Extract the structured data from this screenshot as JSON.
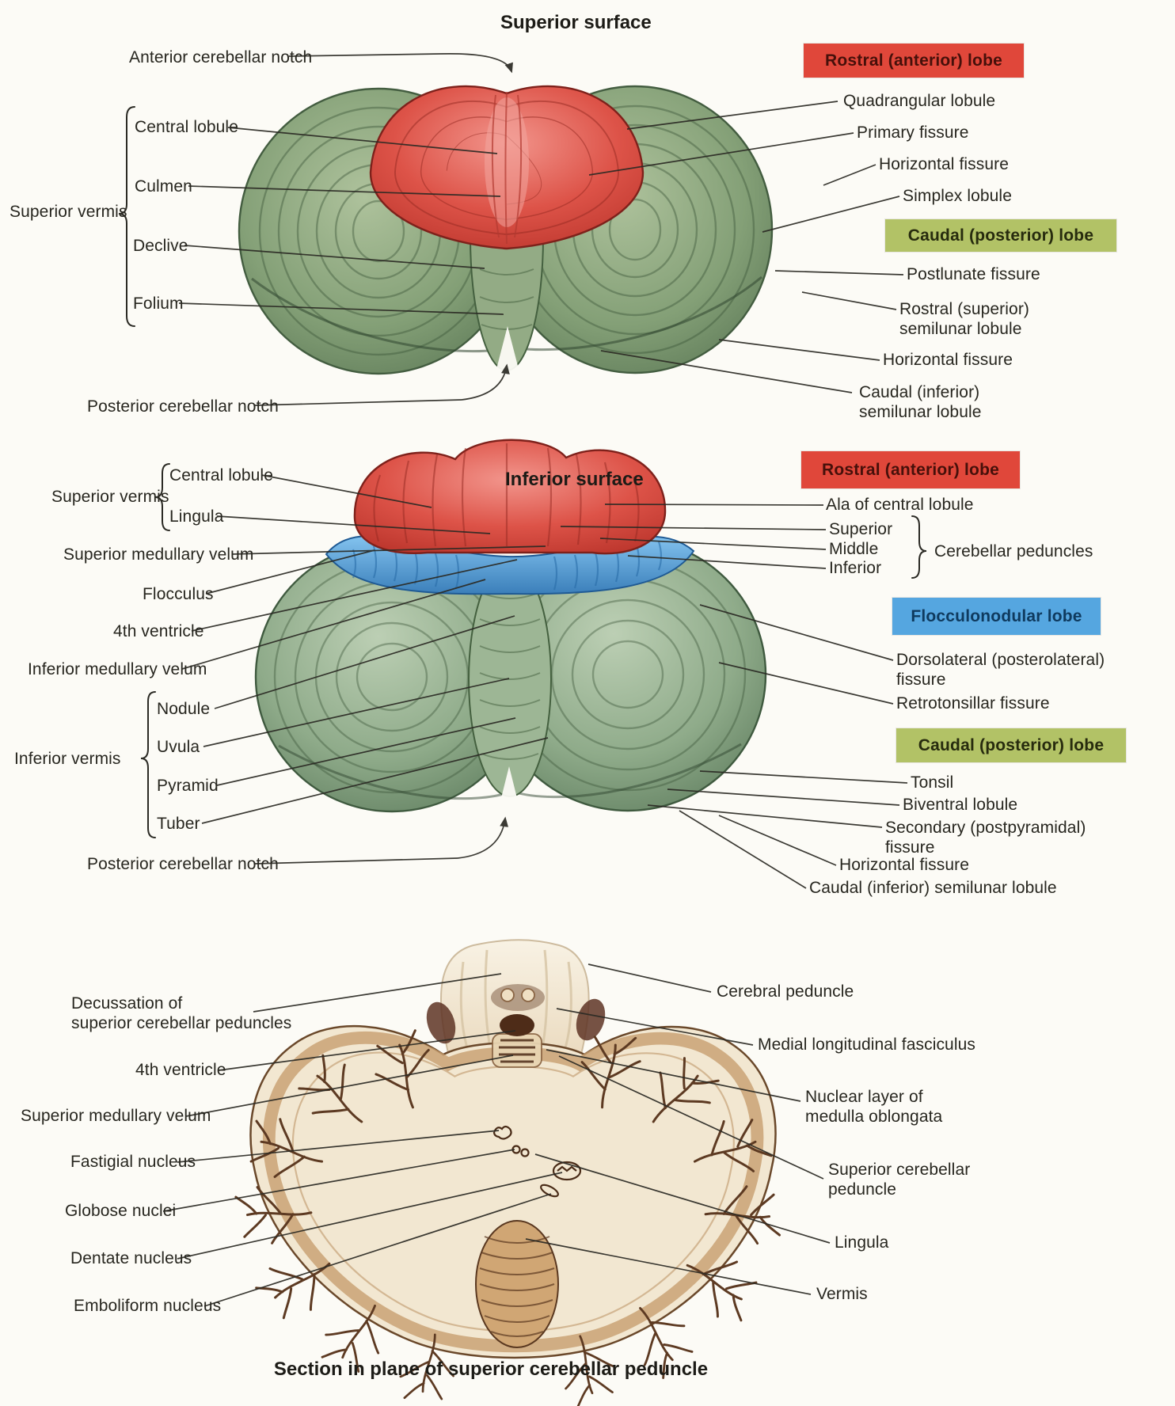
{
  "figure": {
    "background": "#fcfbf6",
    "caption": "Section in plane of superior cerebellar peduncle"
  },
  "colors": {
    "rostral_lobe_red": "#e0473a",
    "caudal_lobe_olive": "#b2c266",
    "flocculonodular_blue": "#55a6e0",
    "cerebellum_green": "#7f9a74",
    "section_tan": "#c9a87e",
    "leader_line": "#2b2a24"
  },
  "superior": {
    "title": "Superior surface",
    "anterior_notch": "Anterior cerebellar notch",
    "vermis_group_label": "Superior vermis",
    "vermis_items": [
      "Central lobule",
      "Culmen",
      "Declive",
      "Folium"
    ],
    "posterior_notch": "Posterior cerebellar notch",
    "rostral_banner": "Rostral (anterior) lobe",
    "upper_labels": [
      "Quadrangular lobule",
      "Primary fissure",
      "Horizontal fissure",
      "Simplex lobule"
    ],
    "caudal_banner": "Caudal (posterior) lobe",
    "lower_labels": [
      "Postlunate fissure",
      "Rostral (superior)\nsemilunar lobule",
      "Horizontal fissure",
      "Caudal (inferior)\nsemilunar lobule"
    ]
  },
  "inferior": {
    "title": "Inferior surface",
    "superior_vermis_label": "Superior vermis",
    "superior_vermis_items": [
      "Central lobule",
      "Lingula"
    ],
    "left_labels": [
      "Superior medullary velum",
      "Flocculus",
      "4th ventricle",
      "Inferior medullary velum"
    ],
    "inferior_vermis_label": "Inferior vermis",
    "inferior_vermis_items": [
      "Nodule",
      "Uvula",
      "Pyramid",
      "Tuber"
    ],
    "posterior_notch": "Posterior cerebellar notch",
    "rostral_banner": "Rostral (anterior) lobe",
    "ala_label": "Ala of central lobule",
    "peduncle_items": [
      "Superior",
      "Middle",
      "Inferior"
    ],
    "peduncle_group_label": "Cerebellar peduncles",
    "flocculonodular_banner": "Flocculonodular lobe",
    "mid_labels": [
      "Dorsolateral (posterolateral)\nfissure",
      "Retrotonsillar fissure"
    ],
    "caudal_banner": "Caudal (posterior) lobe",
    "lower_labels": [
      "Tonsil",
      "Biventral lobule",
      "Secondary (postpyramidal)\nfissure",
      "Horizontal fissure",
      "Caudal (inferior) semilunar lobule"
    ]
  },
  "section": {
    "left_labels": [
      "Decussation of\nsuperior cerebellar peduncles",
      "4th ventricle",
      "Superior medullary velum",
      "Fastigial nucleus",
      "Globose nuclei",
      "Dentate nucleus",
      "Emboliform nucleus"
    ],
    "right_labels": [
      "Cerebral peduncle",
      "Medial longitudinal fasciculus",
      "Nuclear layer of\nmedulla oblongata",
      "Superior cerebellar\npeduncle",
      "Lingula",
      "Vermis"
    ]
  }
}
